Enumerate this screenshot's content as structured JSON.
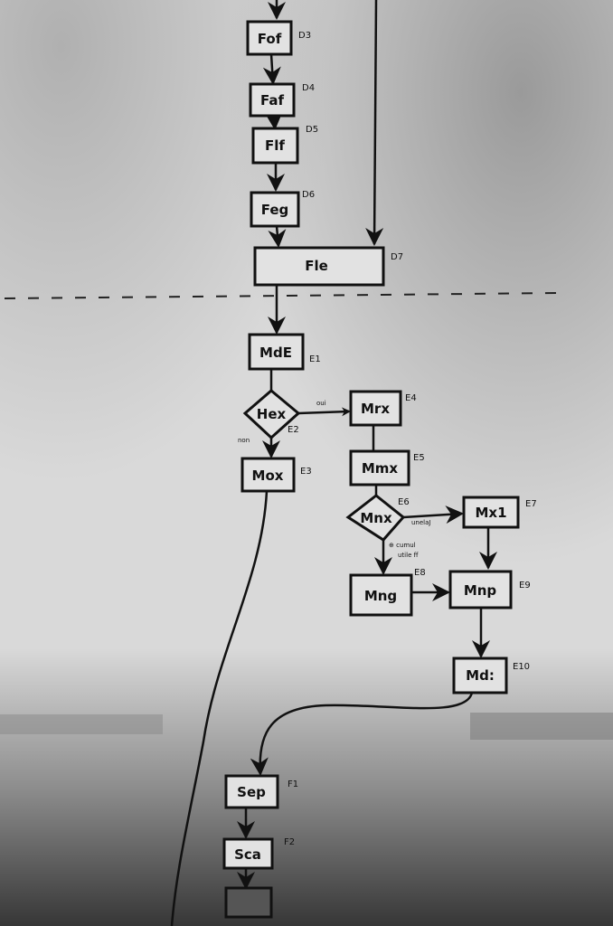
{
  "diagram": {
    "nodes": [
      {
        "id": "fof",
        "label": "Fof",
        "tag": "D3",
        "shape": "box"
      },
      {
        "id": "faf",
        "label": "Faf",
        "tag": "D4",
        "shape": "box"
      },
      {
        "id": "flf",
        "label": "Flf",
        "tag": "D5",
        "shape": "box"
      },
      {
        "id": "feg",
        "label": "Feg",
        "tag": "D6",
        "shape": "box"
      },
      {
        "id": "fle",
        "label": "Fle",
        "tag": "D7",
        "shape": "box"
      },
      {
        "id": "mde",
        "label": "MdE",
        "tag": "E1",
        "shape": "box"
      },
      {
        "id": "hex",
        "label": "Hex",
        "tag": "E2",
        "shape": "diamond"
      },
      {
        "id": "mox",
        "label": "Mox",
        "tag": "E3",
        "shape": "box"
      },
      {
        "id": "mrx",
        "label": "Mrx",
        "tag": "E4",
        "shape": "box"
      },
      {
        "id": "mmx",
        "label": "Mmx",
        "tag": "E5",
        "shape": "box"
      },
      {
        "id": "mnx",
        "label": "Mnx",
        "tag": "E6",
        "shape": "diamond"
      },
      {
        "id": "mx1",
        "label": "Mx1",
        "tag": "E7",
        "shape": "box"
      },
      {
        "id": "mng",
        "label": "Mng",
        "tag": "E8",
        "shape": "box"
      },
      {
        "id": "mnp",
        "label": "Mnp",
        "tag": "E9",
        "shape": "box"
      },
      {
        "id": "mdi",
        "label": "Md:",
        "tag": "E10",
        "shape": "box"
      },
      {
        "id": "sep",
        "label": "Sep",
        "tag": "F1",
        "shape": "box"
      },
      {
        "id": "sca",
        "label": "Sca",
        "tag": "F2",
        "shape": "box"
      },
      {
        "id": "s3",
        "label": "",
        "tag": "",
        "shape": "box"
      }
    ],
    "edge_labels": {
      "hex_yes": "oui",
      "hex_no": "non",
      "mnx_right": "unelaJ",
      "mnx_down_1": "⊕ cumul",
      "mnx_down_2": "utile ff"
    }
  }
}
